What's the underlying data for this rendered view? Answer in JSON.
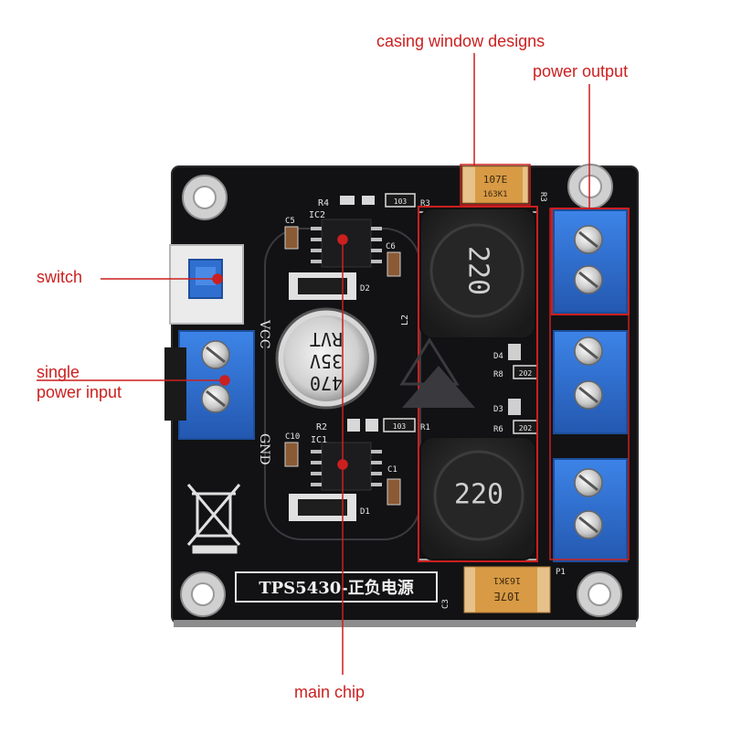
{
  "annotations": {
    "casing_window": "casing window designs",
    "power_output": "power output",
    "switch": "switch",
    "single_power_input": [
      "single",
      "power input"
    ],
    "main_chip": "main chip"
  },
  "board": {
    "silkscreen_title": "TPS5430-正负电源",
    "vcc_label": "VCC",
    "gnd_label": "GND",
    "capacitor_text": [
      "470",
      "35V",
      "RVT"
    ],
    "inductor_top_text": "220",
    "inductor_bottom_text": "220",
    "tantalum_top_text": [
      "107E",
      "163K1"
    ],
    "tantalum_bottom_text": [
      "107E",
      "163K1"
    ],
    "refs": {
      "r4": "R4",
      "ic2": "IC2",
      "c5": "C5",
      "c6": "C6",
      "d2": "D2",
      "l2": "L2",
      "d4": "D4",
      "r8": "R8",
      "d3": "D3",
      "r6": "R6",
      "r2": "R2",
      "ic1": "IC1",
      "c10": "C10",
      "r1": "R1",
      "c1": "C1",
      "d1": "D1",
      "c3": "C3",
      "p1": "P1",
      "r3": "R3",
      "r3b": "R3"
    },
    "resistor_codes": {
      "top": "103",
      "mid1": "202",
      "mid2": "202",
      "bottom": "103"
    }
  },
  "colors": {
    "annotation_red": "#cc1f1f",
    "pcb_black": "#121214",
    "terminal_blue": "#2f6fd0",
    "inductor_dark": "#2a2a2a",
    "tantalum_orange": "#d89a45"
  }
}
